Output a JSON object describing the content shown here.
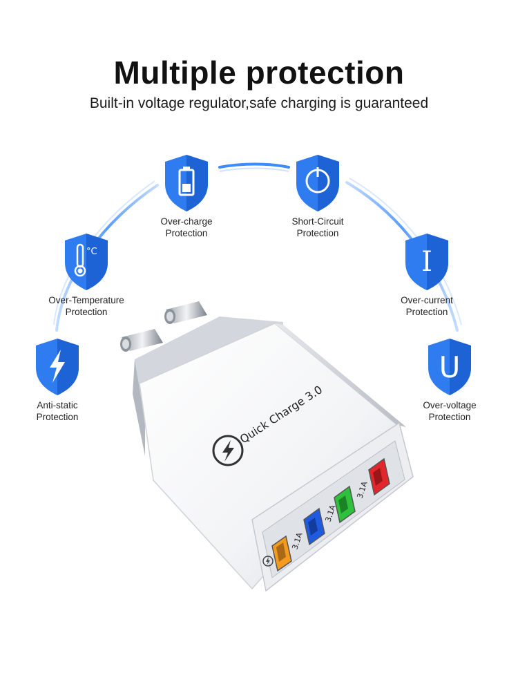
{
  "header": {
    "title": "Multiple protection",
    "subtitle": "Built-in voltage regulator,safe charging is guaranteed"
  },
  "features": [
    {
      "icon": "battery-icon",
      "line1": "Over-charge",
      "line2": "Protection"
    },
    {
      "icon": "power-icon",
      "line1": "Short-Circuit",
      "line2": "Protection"
    },
    {
      "icon": "thermometer-icon",
      "line1": "Over-Temperature",
      "line2": "Protection"
    },
    {
      "icon": "current-icon",
      "line1": "Over-current",
      "line2": "Protection"
    },
    {
      "icon": "lightning-icon",
      "line1": "Anti-static",
      "line2": "Protection"
    },
    {
      "icon": "voltage-icon",
      "line1": "Over-voltage",
      "line2": "Protection"
    }
  ],
  "product": {
    "brand_text": "Quick Charge 3.0",
    "port_labels": [
      "3.1A",
      "3.1A",
      "3.1A"
    ],
    "port_colors": [
      "#f39a1f",
      "#1f5be0",
      "#2fc13c",
      "#e3262b"
    ],
    "icon_glyph": "°C",
    "icon_letter_i": "I",
    "icon_letter_u": "U"
  },
  "colors": {
    "accent": "#2f7cf0",
    "shield_dark": "#1e63d6"
  }
}
